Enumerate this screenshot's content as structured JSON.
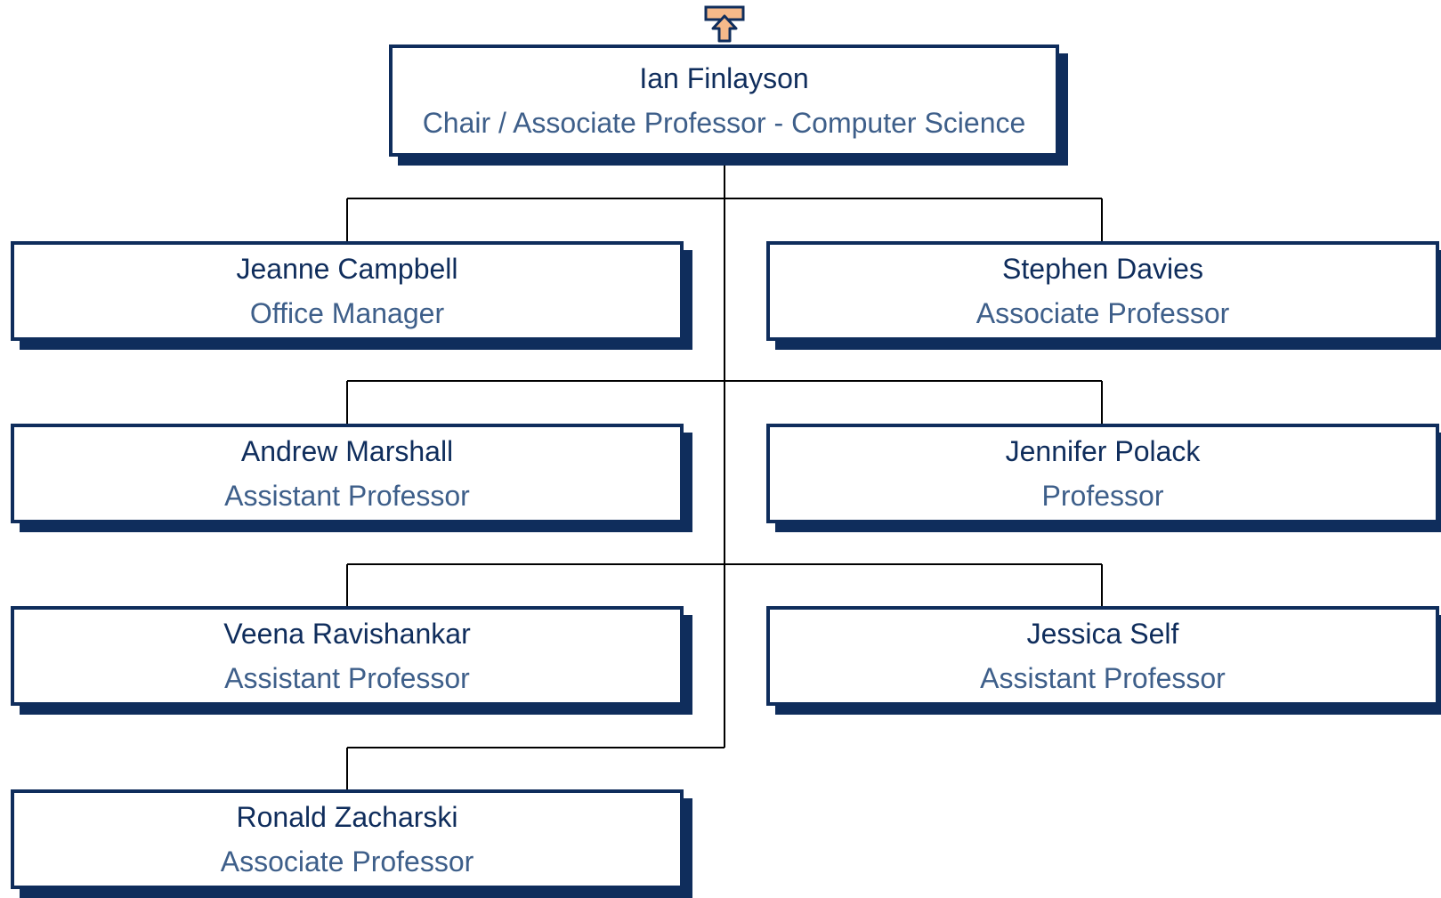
{
  "colors": {
    "box_border": "#0f2d5c",
    "shadow": "#0f2d5c",
    "name_text": "#0f2d5c",
    "title_text": "#3e5f8a",
    "connector": "#000000",
    "up_arrow_fill": "#f5b98a",
    "up_arrow_stroke": "#0f2d5c"
  },
  "navigation": {
    "up_icon": "arrow-up-icon"
  },
  "root": {
    "name": "Ian Finlayson",
    "title": "Chair / Associate Professor - Computer Science"
  },
  "reports": [
    {
      "name": "Jeanne Campbell",
      "title": "Office Manager"
    },
    {
      "name": "Stephen Davies",
      "title": "Associate Professor"
    },
    {
      "name": "Andrew Marshall",
      "title": "Assistant Professor"
    },
    {
      "name": "Jennifer Polack",
      "title": "Professor"
    },
    {
      "name": "Veena Ravishankar",
      "title": "Assistant Professor"
    },
    {
      "name": "Jessica Self",
      "title": "Assistant Professor"
    },
    {
      "name": "Ronald Zacharski",
      "title": "Associate Professor"
    }
  ]
}
